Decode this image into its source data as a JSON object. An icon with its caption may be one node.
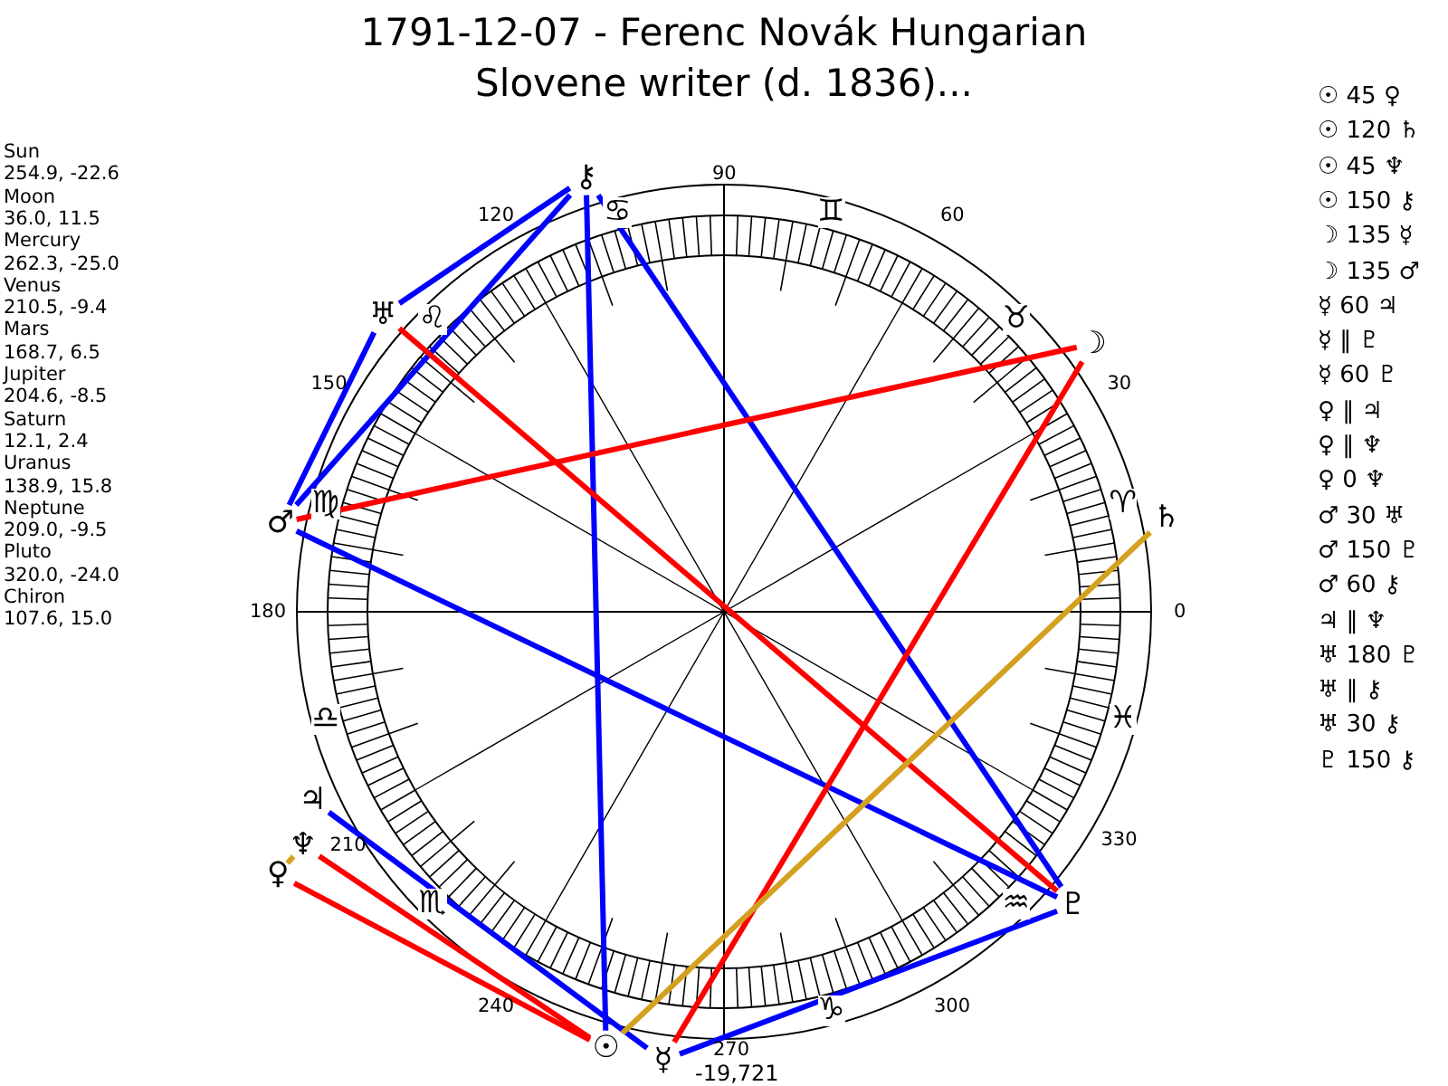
{
  "diagram": {
    "title": "1791-12-07 - Ferenc Novák Hungarian Slovene writer (d. 1836)...",
    "nodes": [
      {
        "text": [
          "☉"
        ]
      },
      {
        "text": [
          "☽"
        ]
      },
      {
        "text": [
          "☿"
        ]
      },
      {
        "text": [
          "♀"
        ]
      },
      {
        "text": [
          "♂"
        ]
      },
      {
        "text": [
          "♃"
        ]
      },
      {
        "text": [
          "♄"
        ]
      },
      {
        "text": [
          "♅"
        ]
      },
      {
        "text": [
          "♆"
        ]
      },
      {
        "text": [
          "♇"
        ]
      },
      {
        "text": [
          "⚷"
        ]
      }
    ],
    "edges": [
      {
        "from": 10,
        "to": 7,
        "arrow": "none"
      },
      {
        "from": 10,
        "to": 4,
        "arrow": "none"
      },
      {
        "from": 10,
        "to": 0,
        "arrow": "none"
      },
      {
        "from": 10,
        "to": 9,
        "arrow": "none"
      },
      {
        "from": 7,
        "to": 4,
        "arrow": "none"
      },
      {
        "from": 4,
        "to": 9,
        "arrow": "none"
      },
      {
        "from": 5,
        "to": 2,
        "arrow": "none"
      },
      {
        "from": 2,
        "to": 9,
        "arrow": "none"
      },
      {
        "from": 1,
        "to": 4,
        "arrow": "none",
        "color": "#ff0000"
      },
      {
        "from": 1,
        "to": 2,
        "arrow": "none",
        "color": "#ff0000"
      },
      {
        "from": 7,
        "to": 9,
        "arrow": "none",
        "color": "#ff0000"
      },
      {
        "from": 0,
        "to": 3,
        "arrow": "none",
        "color": "#ff0000"
      },
      {
        "from": 0,
        "to": 8,
        "arrow": "none",
        "color": "#ff0000"
      },
      {
        "from": 0,
        "to": 6,
        "arrow": "none",
        "color": "#d4a020"
      },
      {
        "from": 3,
        "to": 8,
        "arrow": "none",
        "color": "#d4a020"
      }
    ],
    "labels": [
      "Sun",
      "254.9, -22.6",
      "Moon",
      "36.0, 11.5",
      "Mercury",
      "262.3, -25.0",
      "Venus",
      "210.5, -9.4",
      "Mars",
      "168.7, 6.5",
      "Jupiter",
      "204.6, -8.5",
      "Saturn",
      "12.1, 2.4",
      "Uranus",
      "138.9, 15.8",
      "Neptune",
      "209.0, -9.5",
      "Pluto",
      "320.0, -24.0",
      "Chiron",
      "107.6, 15.0",
      "0",
      "30",
      "60",
      "90",
      "120",
      "150",
      "180",
      "210",
      "240",
      "270",
      "300",
      "330",
      "♈",
      "♉",
      "♊",
      "♋",
      "♌",
      "♍",
      "♎",
      "♏",
      "♑",
      "♒",
      "♓",
      "-19,721",
      "☉ 45 ♀",
      "☉ 120 ♄",
      "☉ 45 ♆",
      "☉ 150 ⚷",
      "☽ 135 ☿",
      "☽ 135 ♂",
      "☿ 60 ♃",
      "☿ ‖ ♇",
      "☿ 60 ♇",
      "♀ ‖ ♃",
      "♀ ‖ ♆",
      "♀ 0 ♆",
      "♂ 30 ♅",
      "♂ 150 ♇",
      "♂ 60 ⚷",
      "♃ ‖ ♆",
      "♅ 180 ♇",
      "♅ ‖ ⚷",
      "♅ 30 ⚷",
      "♇ 150 ⚷"
    ]
  }
}
